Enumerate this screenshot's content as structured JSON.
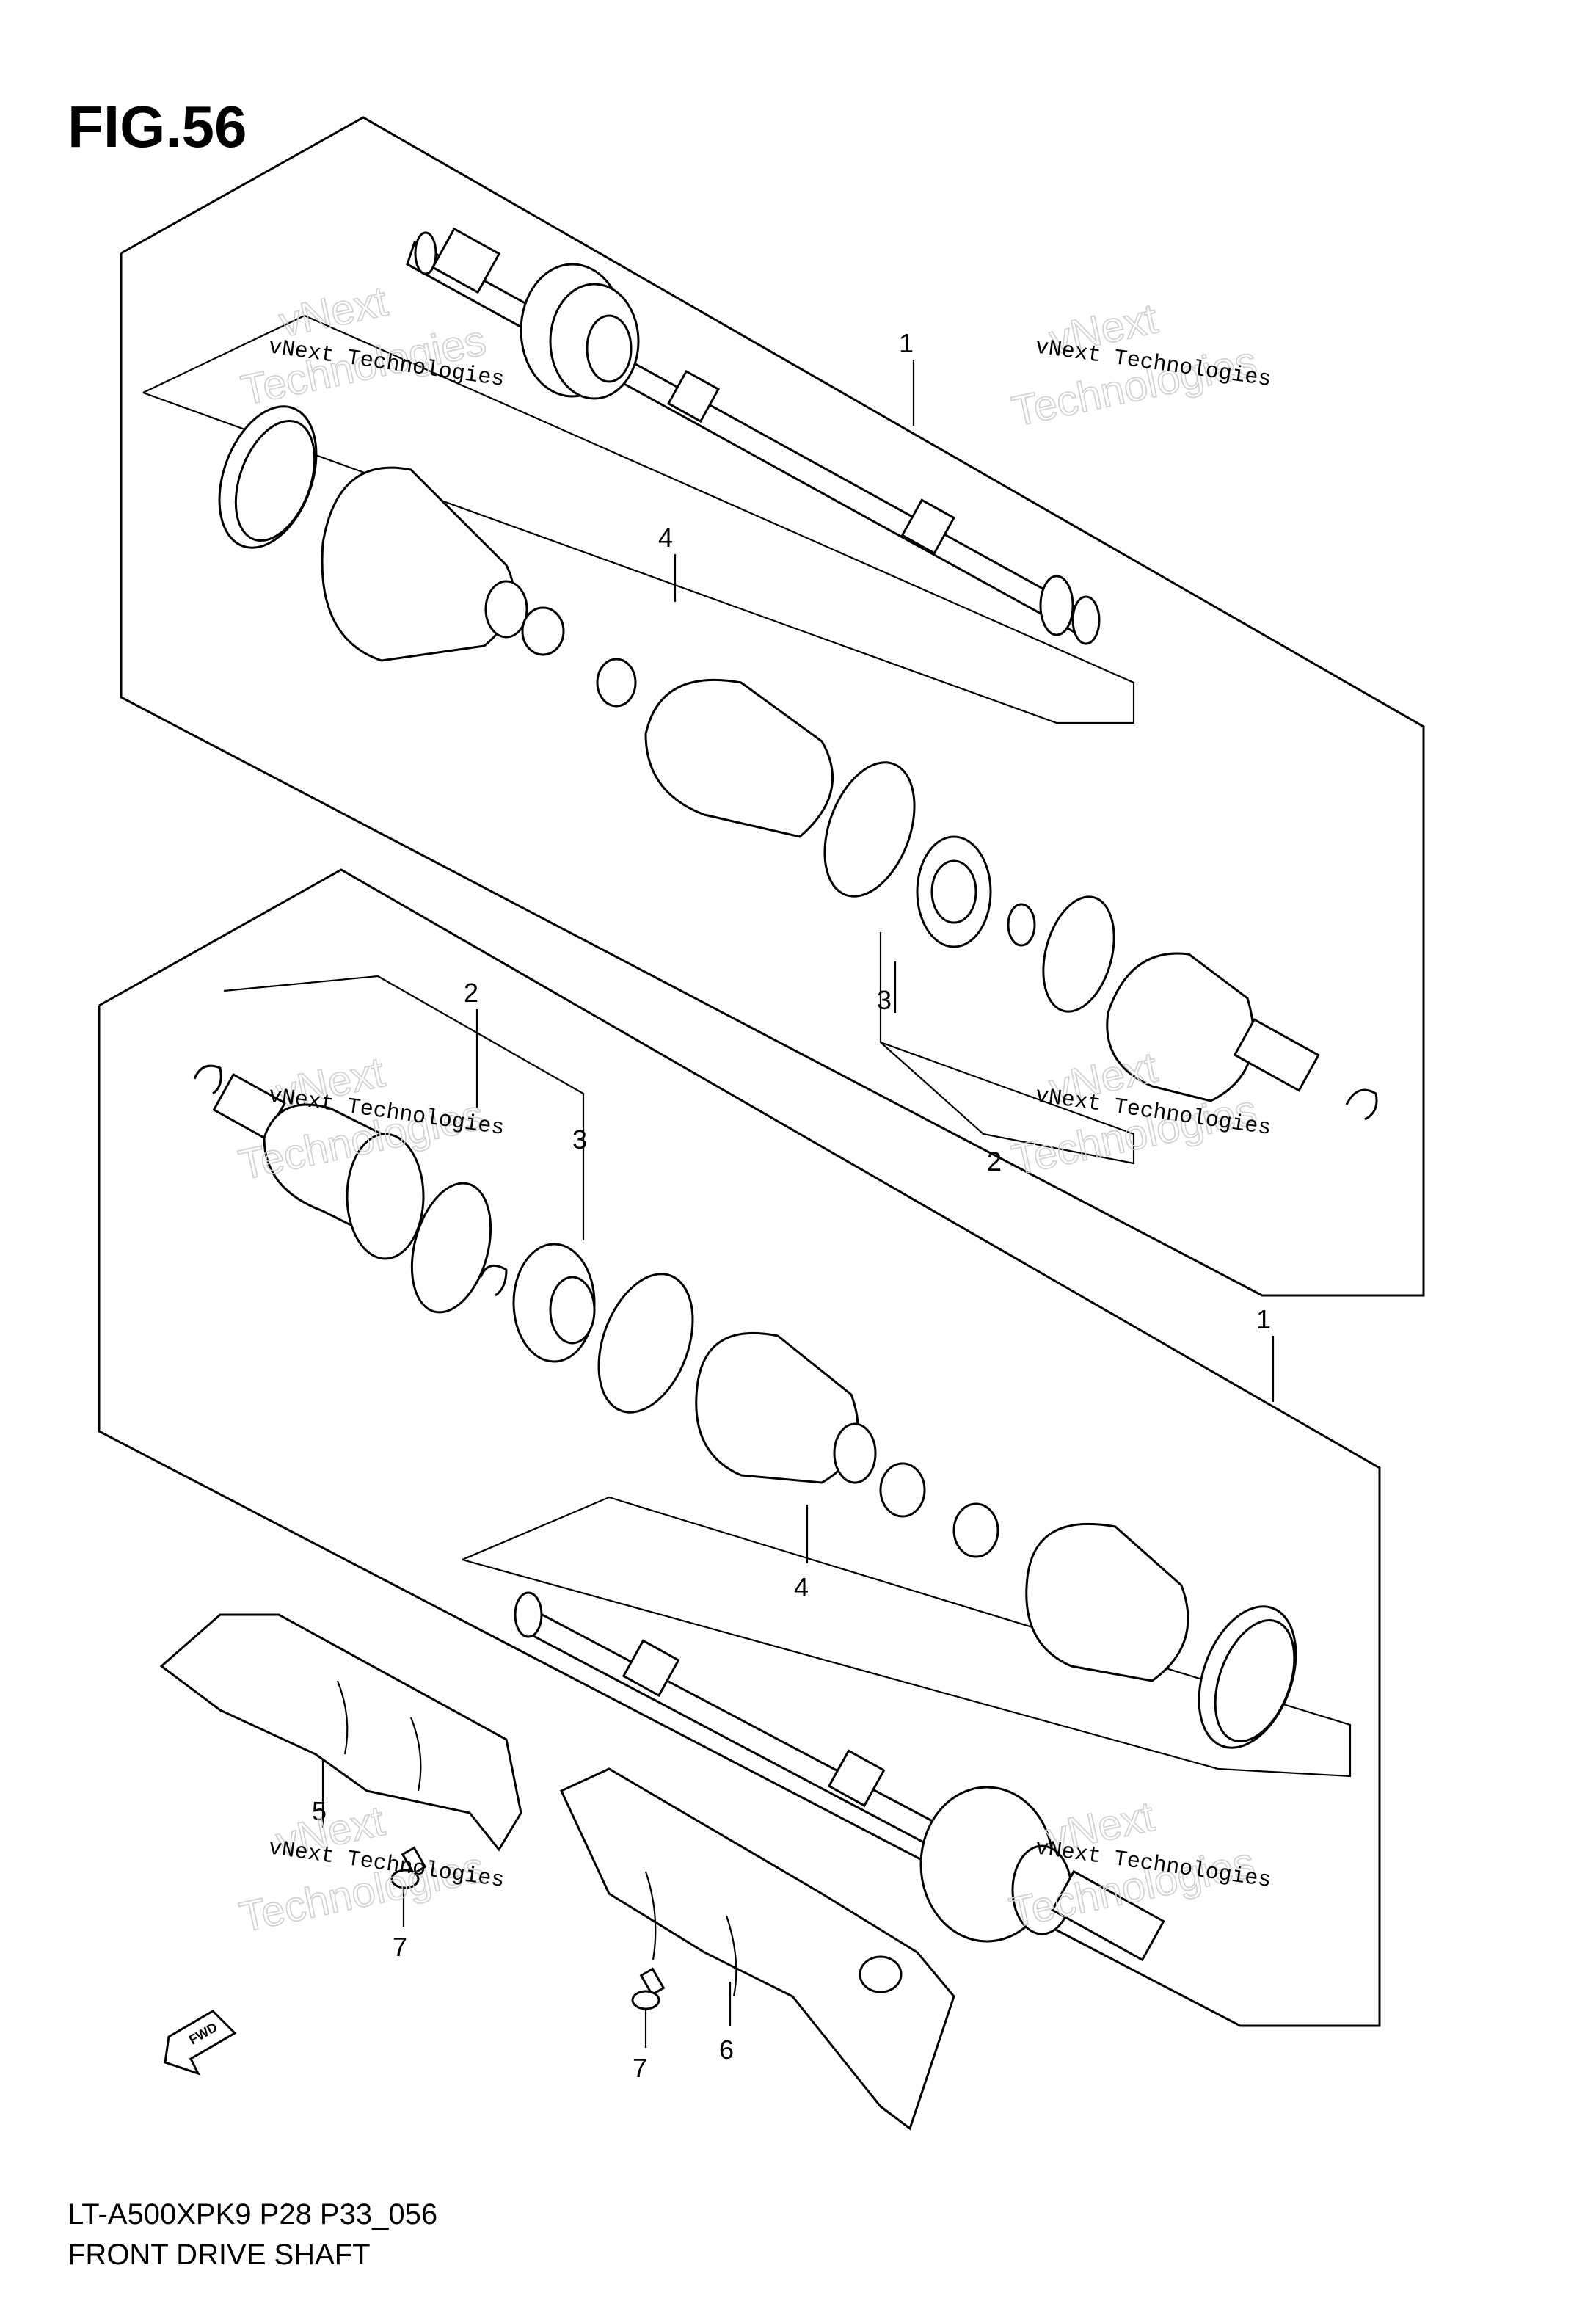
{
  "figure": {
    "label": "FIG.56",
    "model_code": "LT-A500XPK9 P28 P33_056",
    "title": "FRONT DRIVE SHAFT"
  },
  "callouts": {
    "c1_top": "1",
    "c1_bottom": "1",
    "c2_mid_left": "2",
    "c2_mid_right": "2",
    "c3_mid_left": "3",
    "c3_mid_right": "3",
    "c4_top": "4",
    "c4_bottom": "4",
    "c5": "5",
    "c6": "6",
    "c7_left": "7",
    "c7_right": "7"
  },
  "watermark": {
    "line_small": "vNext Technologies",
    "line_big_1": "vNext",
    "line_big_2": "Technologies"
  },
  "fwd_label": "FWD"
}
